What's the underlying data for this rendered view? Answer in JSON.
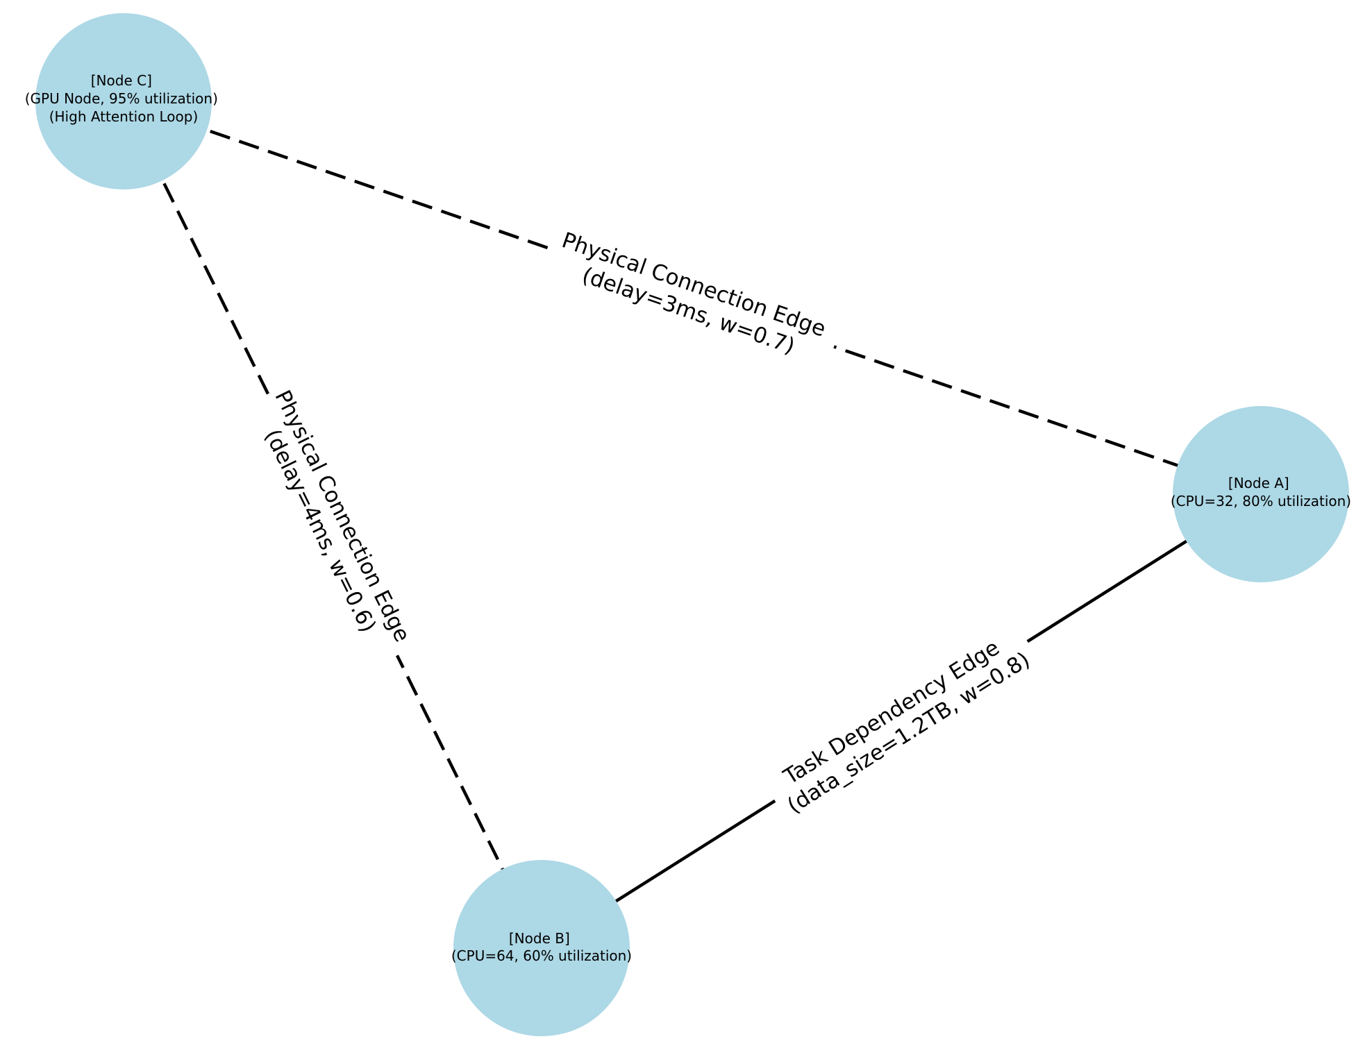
{
  "colors": {
    "node_fill": "#add8e6",
    "edge_stroke": "#000000",
    "label_background": "#ffffff"
  },
  "nodes": {
    "c": {
      "lines": [
        "[Node C]",
        "(GPU Node, 95% utilization)",
        "(High Attention Loop)"
      ]
    },
    "a": {
      "lines": [
        "[Node A]",
        "(CPU=32, 80% utilization)"
      ]
    },
    "b": {
      "lines": [
        "[Node B]",
        "(CPU=64, 60% utilization)"
      ]
    }
  },
  "edges": {
    "c_a": {
      "style": "dashed",
      "lines": [
        "Physical Connection Edge",
        "(delay=3ms, w=0.7)"
      ]
    },
    "c_b": {
      "style": "dashed",
      "lines": [
        "Physical Connection Edge",
        "(delay=4ms, w=0.6)"
      ]
    },
    "a_b": {
      "style": "solid",
      "lines": [
        "Task Dependency Edge",
        "(data_size=1.2TB, w=0.8)"
      ]
    }
  }
}
